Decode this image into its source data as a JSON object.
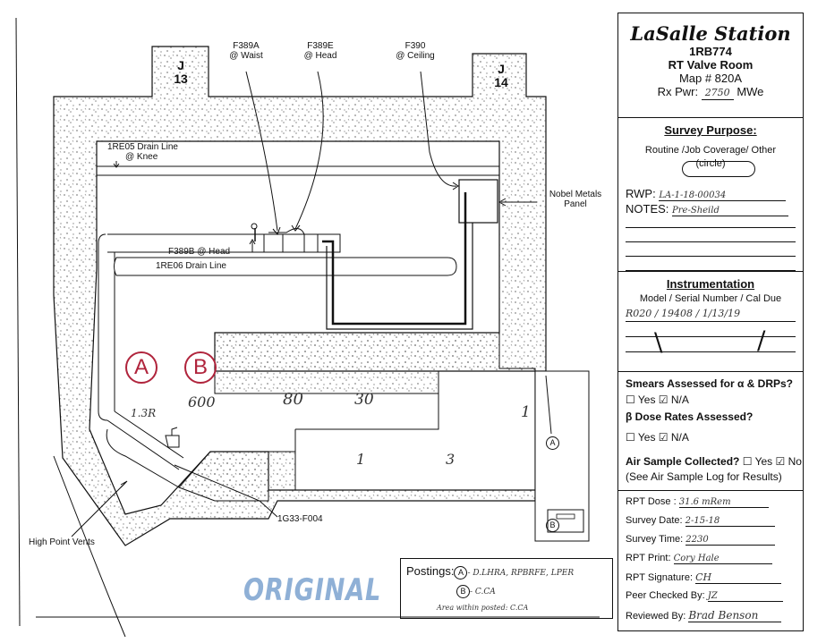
{
  "header": {
    "title": "LaSalle Station",
    "unit": "1RB774",
    "room": "RT Valve Room",
    "map_label": "Map # 820A",
    "power_prefix": "Rx Pwr:",
    "power_value": "2750",
    "power_unit": "MWe"
  },
  "survey_purpose": {
    "heading": "Survey Purpose:",
    "options": "Routine /Job Coverage/ Other",
    "selected": "Job Coverage",
    "circle_note": "(circle)",
    "rwp_label": "RWP:",
    "rwp_value": "LA-1-18-00034",
    "notes_label": "NOTES:",
    "notes_value": "Pre-Sheild"
  },
  "instrumentation": {
    "heading": "Instrumentation",
    "columns": "Model / Serial Number / Cal Due",
    "rows": [
      {
        "model": "R020",
        "serial": "19408",
        "cal_due": "1/13/19"
      }
    ]
  },
  "assessments": {
    "smears_question": "Smears Assessed for α & DRPs?",
    "beta_question": "β Dose Rates Assessed?",
    "air_question": "Air Sample Collected?",
    "yes": "Yes",
    "na": "N/A",
    "no": "No",
    "air_note": "(See Air Sample Log for Results)"
  },
  "signoff": {
    "dose_label": "RPT Dose :",
    "dose_value": "31.6 mRem",
    "date_label": "Survey Date:",
    "date_value": "2-15-18",
    "time_label": "Survey Time:",
    "time_value": "2230",
    "print_label": "RPT Print:",
    "print_value": "Cory Hale",
    "signature_label": "RPT Signature:",
    "signature_value": "CH",
    "peer_label": "Peer Checked By:",
    "peer_value": "JZ",
    "reviewed_label": "Reviewed By:",
    "reviewed_value": "Brad Benson"
  },
  "map": {
    "j13": {
      "letter": "J",
      "number": "13"
    },
    "j14": {
      "letter": "J",
      "number": "14"
    },
    "f389a": {
      "id": "F389A",
      "loc": "@ Waist"
    },
    "f389e": {
      "id": "F389E",
      "loc": "@ Head"
    },
    "f390": {
      "id": "F390",
      "loc": "@ Ceiling"
    },
    "drain_1re05": "1RE05 Drain Line",
    "knee": "@ Knee",
    "nobel_1": "Nobel Metals",
    "nobel_2": "Panel",
    "f389b": "F389B @ Head",
    "drain_1re06": "1RE06 Drain Line",
    "marker_a": "A",
    "marker_b": "B",
    "dose_rates": [
      "1.3R",
      "600",
      "80",
      "30",
      "1",
      "1",
      "3"
    ],
    "valve_id": "1G33-F004",
    "high_point_vents": "High Point Vents",
    "stamp": "ORIGINAL",
    "postings_label": "Postings:",
    "posting_a": "- D.LHRA, RPBRFE, LPER",
    "posting_b": "- C.CA",
    "posting_area": "Area within posted: C.CA"
  },
  "colors": {
    "marker": "#b0243c",
    "stamp": "#8fb0d6",
    "stipple": "#9a9a9a"
  }
}
